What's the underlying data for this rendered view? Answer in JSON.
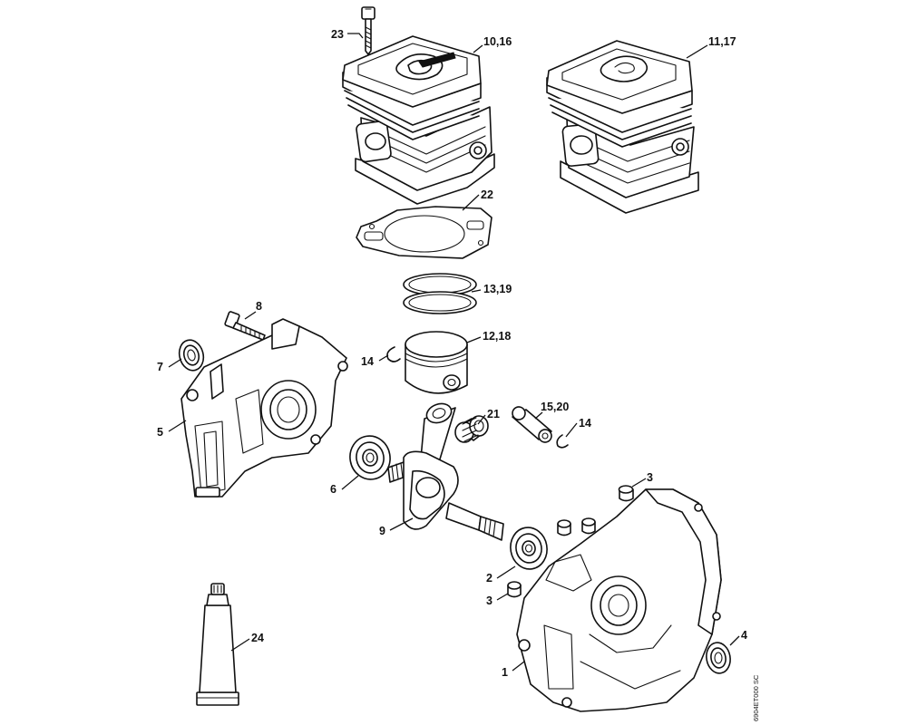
{
  "labels": {
    "l1": "1",
    "l2": "2",
    "l3a": "3",
    "l3b": "3",
    "l4": "4",
    "l5": "5",
    "l6": "6",
    "l7": "7",
    "l8": "8",
    "l9": "9",
    "l10_16": "10,16",
    "l11_17": "11,17",
    "l12_18": "12,18",
    "l13_19": "13,19",
    "l14a": "14",
    "l14b": "14",
    "l15_20": "15,20",
    "l21": "21",
    "l22": "22",
    "l23": "23",
    "l24": "24"
  },
  "reference_code": "6904ET000 SC",
  "colors": {
    "line": "#111111",
    "paper": "#ffffff"
  }
}
